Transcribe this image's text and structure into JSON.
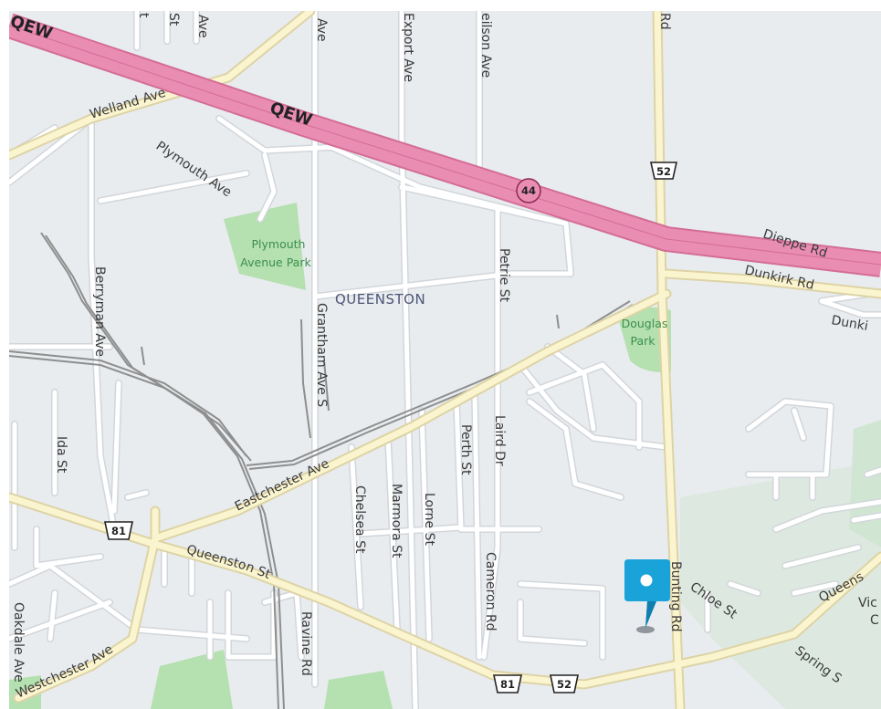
{
  "map": {
    "colors": {
      "land": "#e8ecef",
      "road": "#ffffff",
      "road_casing": "#d2d6da",
      "arterial": "#fbf5cf",
      "arterial_casing": "#ddd3a6",
      "highway": "#ea8db3",
      "highway_casing": "#d46d96",
      "rail": "#8e8e8e",
      "park": "#b5e0b0",
      "park_text": "#3c8f4e",
      "wood": "#dde9e0",
      "marker": "#1aa3d9"
    },
    "labels": {
      "qew_1": "QEW",
      "qew_2": "QEW",
      "welland": "Welland Ave",
      "plymouth": "Plymouth Ave",
      "export": "Export Ave",
      "neilson": "eilson Ave",
      "rd_top": "Rd",
      "ave_top_1": "Ave",
      "ave_top_2": "Ave",
      "st_top": "St",
      "t_top": "t",
      "berryman": "Berryman Ave",
      "grantham": "Grantham Ave S",
      "petrie": "Petrie St",
      "eastchester": "Eastchester Ave",
      "perth": "Perth St",
      "laird": "Laird Dr",
      "chelsea": "Chelsea St",
      "marmora": "Marmora St",
      "lorne": "Lorne St",
      "cameron": "Cameron Rd",
      "ida": "Ida St",
      "queenston_st": "Queenston St",
      "westchester": "Westchester Ave",
      "oakdale": "Oakdale Ave",
      "ravine": "Ravine Rd",
      "bunting": "Bunting Rd",
      "chloe": "Chloe St",
      "spring": "Spring S",
      "dieppe": "Dieppe Rd",
      "dunkirk": "Dunkirk Rd",
      "dunkirk_2": "Dunki",
      "queenston_e": "Queens",
      "vic": "Vic",
      "vic_2": "C"
    },
    "area": {
      "queenston": "QUEENSTON"
    },
    "parks": {
      "plymouth_1": "Plymouth",
      "plymouth_2": "Avenue Park",
      "douglas_1": "Douglas",
      "douglas_2": "Park"
    },
    "shields": {
      "route_44": "44",
      "route_52_top": "52",
      "route_81_left": "81",
      "route_81_bottom": "81",
      "route_52_bottom": "52"
    },
    "marker": {
      "icon": "location-pin-icon"
    }
  }
}
